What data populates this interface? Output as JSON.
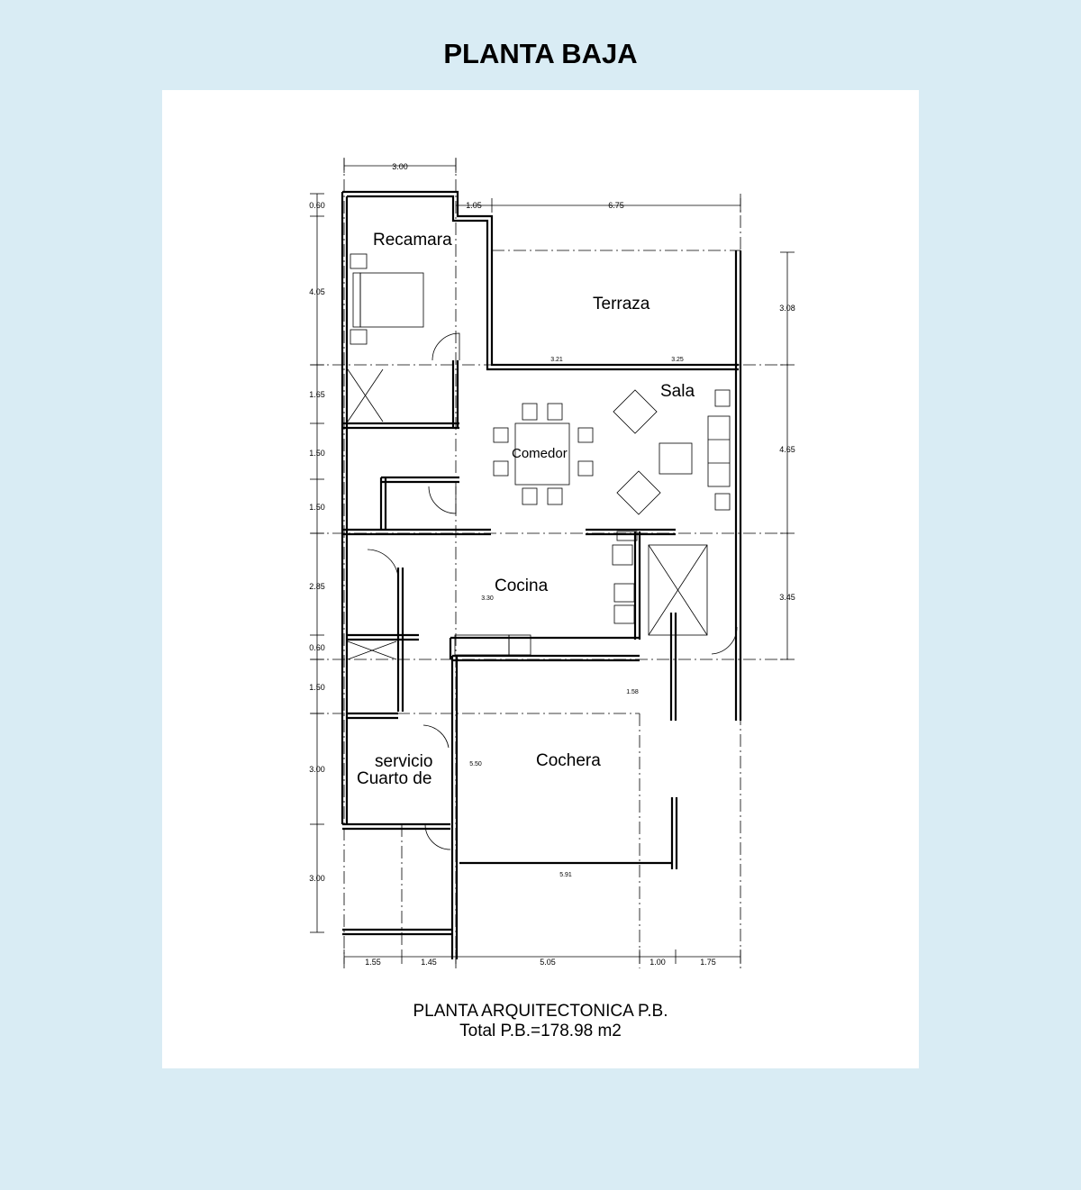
{
  "header": {
    "title": "PLANTA BAJA"
  },
  "plan": {
    "rooms": {
      "recamara": "Recamara",
      "terraza": "Terraza",
      "sala": "Sala",
      "comedor": "Comedor",
      "cocina": "Cocina",
      "cochera": "Cochera",
      "servicio_line1": "servicio",
      "servicio_line2": "Cuarto de"
    },
    "dimensions": {
      "top_left": "3.00",
      "top_mid": "1.05",
      "top_right": "6.75",
      "left_1": "0.60",
      "left_2": "4.05",
      "left_3": "1.65",
      "left_4": "1.50",
      "left_5": "1.50",
      "left_6": "2.85",
      "left_7": "0.60",
      "left_8": "1.50",
      "left_9": "3.00",
      "left_10": "3.00",
      "right_1": "3.08",
      "right_2": "4.65",
      "right_3": "3.45",
      "bottom_1": "1.55",
      "bottom_2": "1.45",
      "bottom_3": "5.05",
      "bottom_4": "1.00",
      "bottom_5": "1.75",
      "terraza_a": "3.21",
      "terraza_b": "3.25",
      "cocina_inner": "3.30",
      "cochera_v": "5.50",
      "cochera_h": "5.91",
      "cochera_small": "1.58"
    },
    "caption": {
      "line1": "PLANTA ARQUITECTONICA P.B.",
      "line2": "Total P.B.=178.98 m2"
    }
  }
}
